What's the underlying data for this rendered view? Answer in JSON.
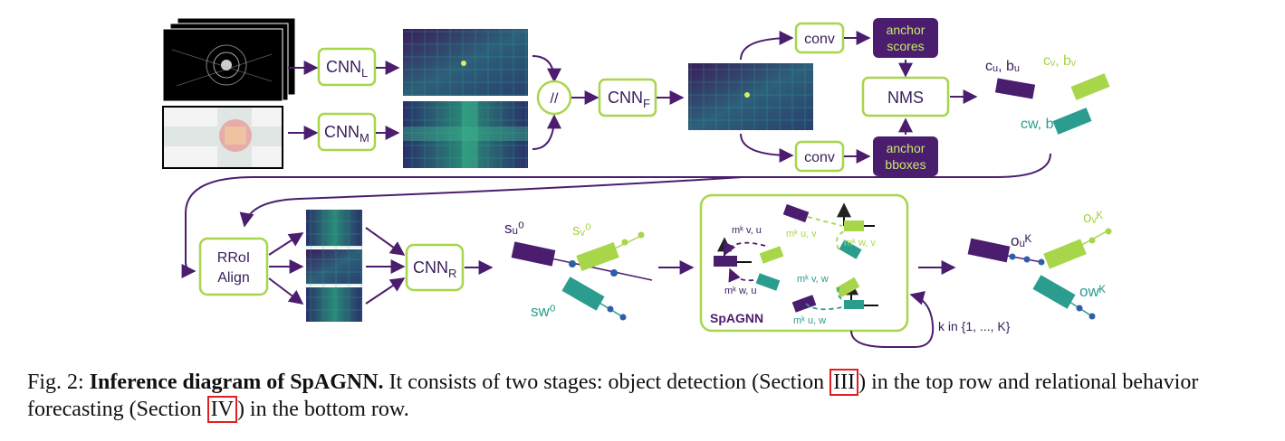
{
  "figure": {
    "nodes": {
      "cnn_l": "CNN",
      "cnn_l_sub": "L",
      "cnn_m": "CNN",
      "cnn_m_sub": "M",
      "concat": "//",
      "cnn_f": "CNN",
      "cnn_f_sub": "F",
      "conv_top": "conv",
      "conv_bottom": "conv",
      "anchor_scores_1": "anchor",
      "anchor_scores_2": "scores",
      "anchor_bboxes_1": "anchor",
      "anchor_bboxes_2": "bboxes",
      "nms": "NMS",
      "rroi_1": "RRoI",
      "rroi_2": "Align",
      "cnn_r": "CNN",
      "cnn_r_sub": "R",
      "spagnn": "SpAGNN"
    },
    "labels": {
      "cu_bu": "cᵤ, bᵤ",
      "cv_bv": "cᵥ, bᵥ",
      "cw_bw": "cw, bw",
      "su0": "sᵤ⁰",
      "sv0": "sᵥ⁰",
      "sw0": "sw⁰",
      "ouK": "oᵤᴷ",
      "ovK": "oᵥᴷ",
      "owK": "owᴷ",
      "m_vu": "mᵏ v, u",
      "m_wu": "mᵏ w, u",
      "m_uv": "mᵏ u, v",
      "m_wv": "mᵏ w, v",
      "m_vw": "mᵏ v, w",
      "m_uw": "mᵏ u, w",
      "k_range": "k in {1, ..., K}"
    }
  },
  "caption": {
    "fig_label": "Fig. 2:",
    "title": "Inference diagram of SpAGNN.",
    "text_1": " It consists of two stages: object detection (Section ",
    "ref_1": "III",
    "text_2": ") in the top row and relational behavior forecasting (Section ",
    "ref_2": "IV",
    "text_3": ") in the bottom row."
  },
  "colors": {
    "purple": "#4b1d6e",
    "lime": "#a7d64a",
    "teal": "#2a9d8f",
    "blue": "#2c5fa8",
    "feature_dark": "#2f3a72",
    "text": "#3a1e5c"
  }
}
